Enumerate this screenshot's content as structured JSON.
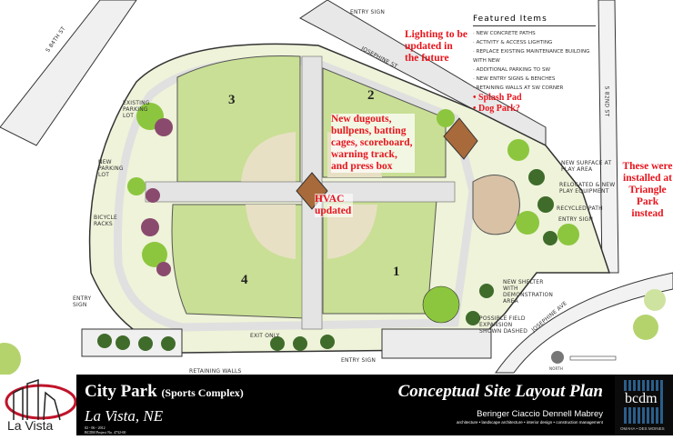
{
  "map": {
    "streets": [
      "S 84th St",
      "Josephine St",
      "S 82nd St",
      "Josephine Ave"
    ],
    "fields": [
      "1",
      "2",
      "3",
      "4"
    ],
    "labels": {
      "entry_sign_top": "Entry sign",
      "existing_parking": "Existing parking lot",
      "new_parking": "New parking lot",
      "bicycle_racks": "Bicycle racks",
      "entry_sign_left": "Entry sign",
      "exit_only": "Exit only",
      "retaining_walls": "Retaining walls",
      "entry_sign_bottom": "Entry sign",
      "new_surface": "New surface at play area",
      "relocated_play": "Relocated & new play equipment",
      "recycled_path": "Recycled path",
      "entry_sign_right": "Entry sign",
      "new_shelter": "New shelter with demonstration area",
      "possible_field": "Possible field expansion shown dashed",
      "north": "North"
    },
    "featured": {
      "title": "Featured Items",
      "items": [
        "New concrete paths",
        "Activity & access lighting",
        "Replace existing maintenance building with new",
        "Additional parking to SW",
        "New entry signs & benches",
        "Retaining walls at SW corner"
      ],
      "red_items": [
        "Splash Pad",
        "Dog Park?"
      ]
    },
    "annotations": {
      "lighting": "Lighting to be updated in the future",
      "dugouts": "New dugouts, bullpens, batting cages, scoreboard, warning track, and press box",
      "hvac": "HVAC updated",
      "triangle": "These were installed at Triangle Park instead"
    },
    "colors": {
      "annotation": "#e8141c",
      "turf": "#cfe3a0",
      "tree_green": "#8cc63e",
      "tree_purple": "#8a4a6e",
      "path": "#e4e4e4"
    }
  },
  "titleblock": {
    "logo_text": "La Vista",
    "project": "City Park",
    "project_sub": "(Sports Complex)",
    "location": "La Vista, NE",
    "plan_title": "Conceptual Site Layout Plan",
    "firm": "Beringer Ciaccio Dennell Mabrey",
    "firm_services": "architecture  •  landscape architecture  •  interior design  •  construction management",
    "date": "02 - 06 - 2012",
    "project_no": "BCDM Project No. 4732-00",
    "firm_logo": "bcdm",
    "firm_cities": "OMAHA • DES MOINES"
  }
}
